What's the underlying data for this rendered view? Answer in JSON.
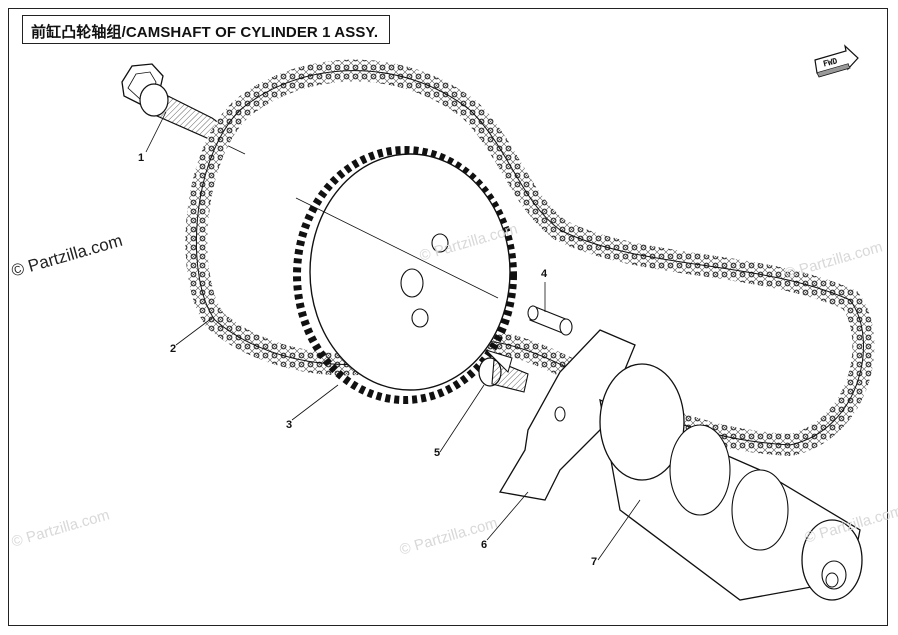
{
  "title": "前缸凸轮轴组/CAMSHAFT OF CYLINDER 1 ASSY.",
  "fwd_label": "FWD",
  "watermarks": {
    "main": "© Partzilla.com",
    "faint": "© Partzilla.com"
  },
  "callouts": [
    "1",
    "2",
    "3",
    "4",
    "5",
    "6",
    "7"
  ],
  "colors": {
    "line": "#111111",
    "watermark": "#d8d8d8",
    "background": "#ffffff"
  }
}
